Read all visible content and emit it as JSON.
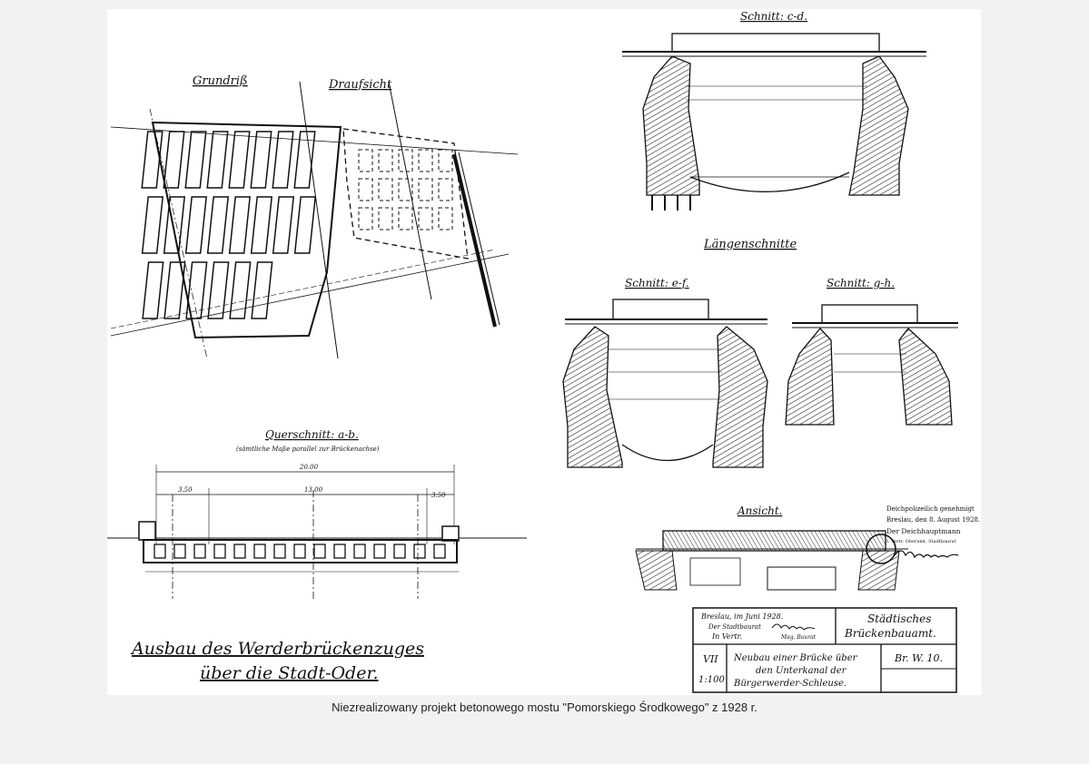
{
  "caption": "Niezrealizowany projekt betonowego mostu \"Pomorskiego Środkowego\" z 1928 r.",
  "drawing": {
    "plan": {
      "title_grundriss": "Grundriß",
      "title_draufsicht": "Draufsicht"
    },
    "section_cd": {
      "title": "Schnitt: c-d."
    },
    "laengenschnitte": "Längenschnitte",
    "section_ef": {
      "title": "Schnitt: e-f."
    },
    "section_gh": {
      "title": "Schnitt: g-h."
    },
    "cross_section": {
      "title": "Querschnitt: a-b.",
      "note": "(sämtliche Maße parallel zur Brückenachse)",
      "overall": "20.00",
      "left_dim": "3.50",
      "mid_dim": "13.00",
      "right_dim": "3.50"
    },
    "ansicht": {
      "title": "Ansicht."
    },
    "approval_stamp": {
      "line1": "Deichpolizeilich genehmigt",
      "line2": "Breslau, den 8. August 1928.",
      "line3": "Der Deichhauptmann",
      "line4": "I. Vertr. Oberamt. Stadtbaurat"
    },
    "main_title": {
      "line1": "Ausbau des Werderbrückenzuges",
      "line2": "über die Stadt-Oder."
    },
    "title_block": {
      "date": "Breslau, im Juni 1928.",
      "oberbaurat": "Der Stadtbaurat",
      "signer": "In Vertr.",
      "role": "Mag. Baurat",
      "office_line1": "Städtisches",
      "office_line2": "Brückenbauamt.",
      "sheet_no": "VII",
      "scale": "1:100",
      "project_line1": "Neubau einer Brücke über",
      "project_line2": "den Unterkanal der",
      "project_line3": "Bürgerwerder-Schleuse.",
      "drawing_no": "Br. W. 10."
    }
  }
}
